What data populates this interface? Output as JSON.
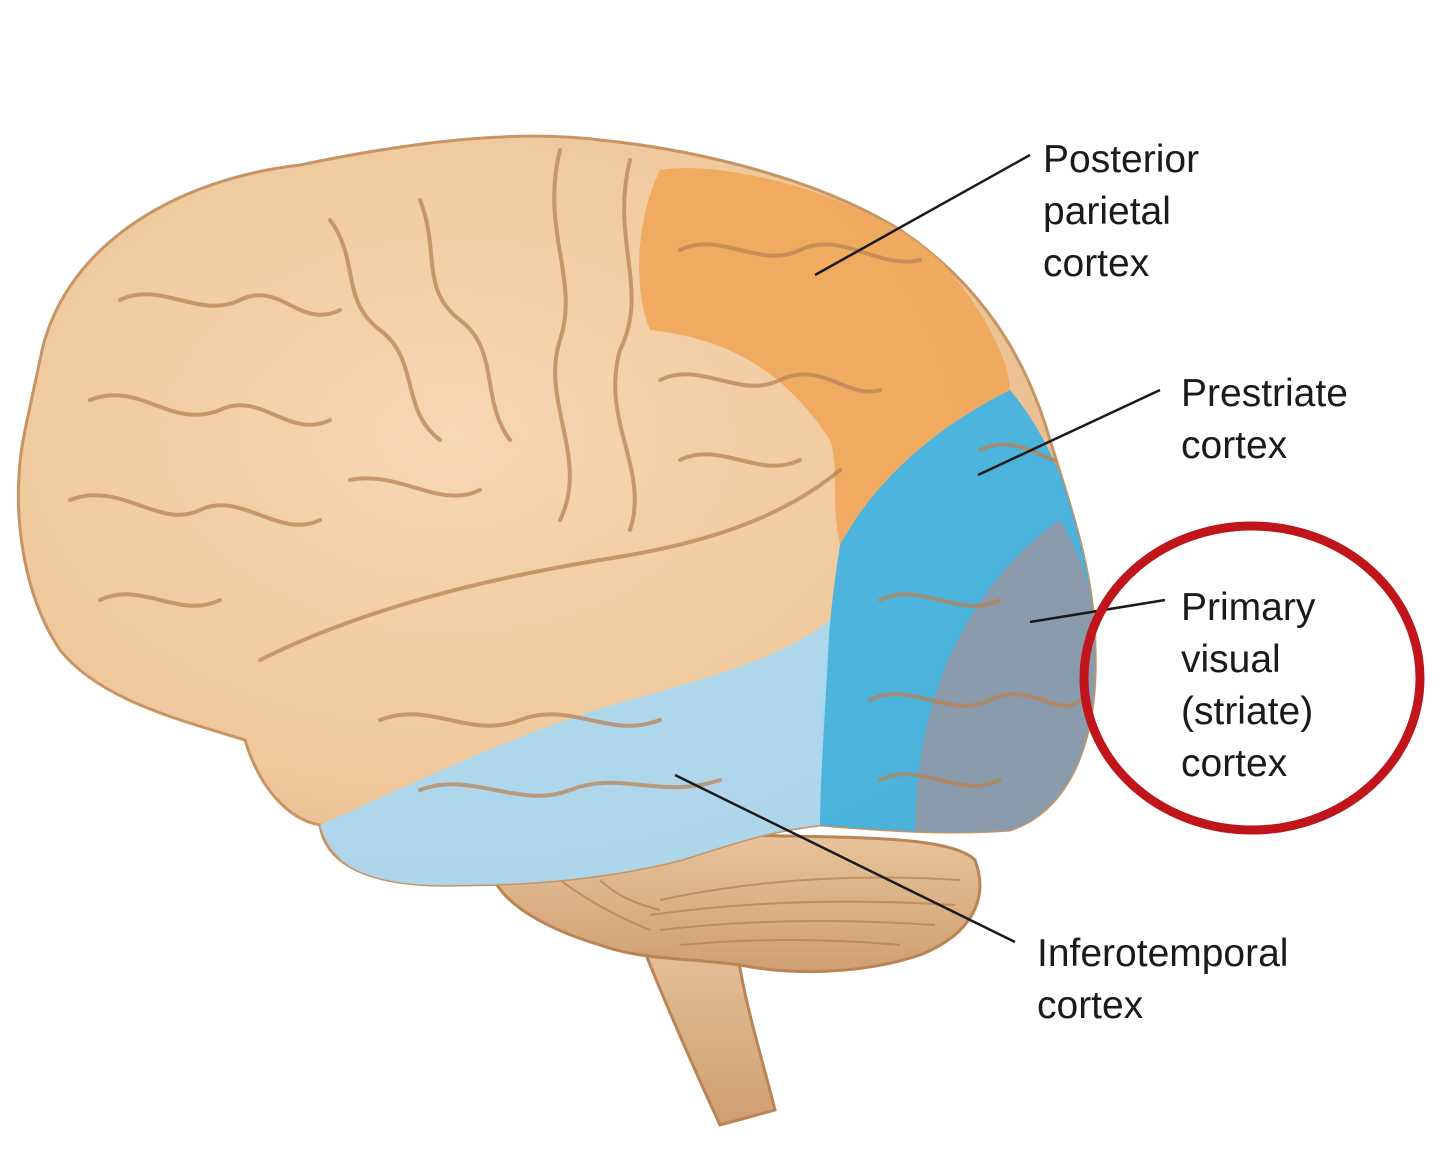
{
  "colors": {
    "cortex": "#efc79b",
    "cortex_shadow": "#d9a877",
    "sulcus": "#b98456",
    "parietal": "#f0a657",
    "prestriate": "#3eb2e3",
    "inferotemporal": "#a9d8f2",
    "striate": "#8d9aab",
    "cerebellum": "#e2b88d",
    "highlight_circle": "#c0151b",
    "leader_line": "#1a1a1a"
  },
  "labels": {
    "posterior_parietal": [
      "Posterior",
      "parietal",
      "cortex"
    ],
    "prestriate": [
      "Prestriate",
      "cortex"
    ],
    "primary_visual": [
      "Primary",
      "visual",
      "(striate)",
      "cortex"
    ],
    "inferotemporal": [
      "Inferotemporal",
      "cortex"
    ]
  },
  "highlight": {
    "target": "primary_visual",
    "shape": "circle"
  }
}
